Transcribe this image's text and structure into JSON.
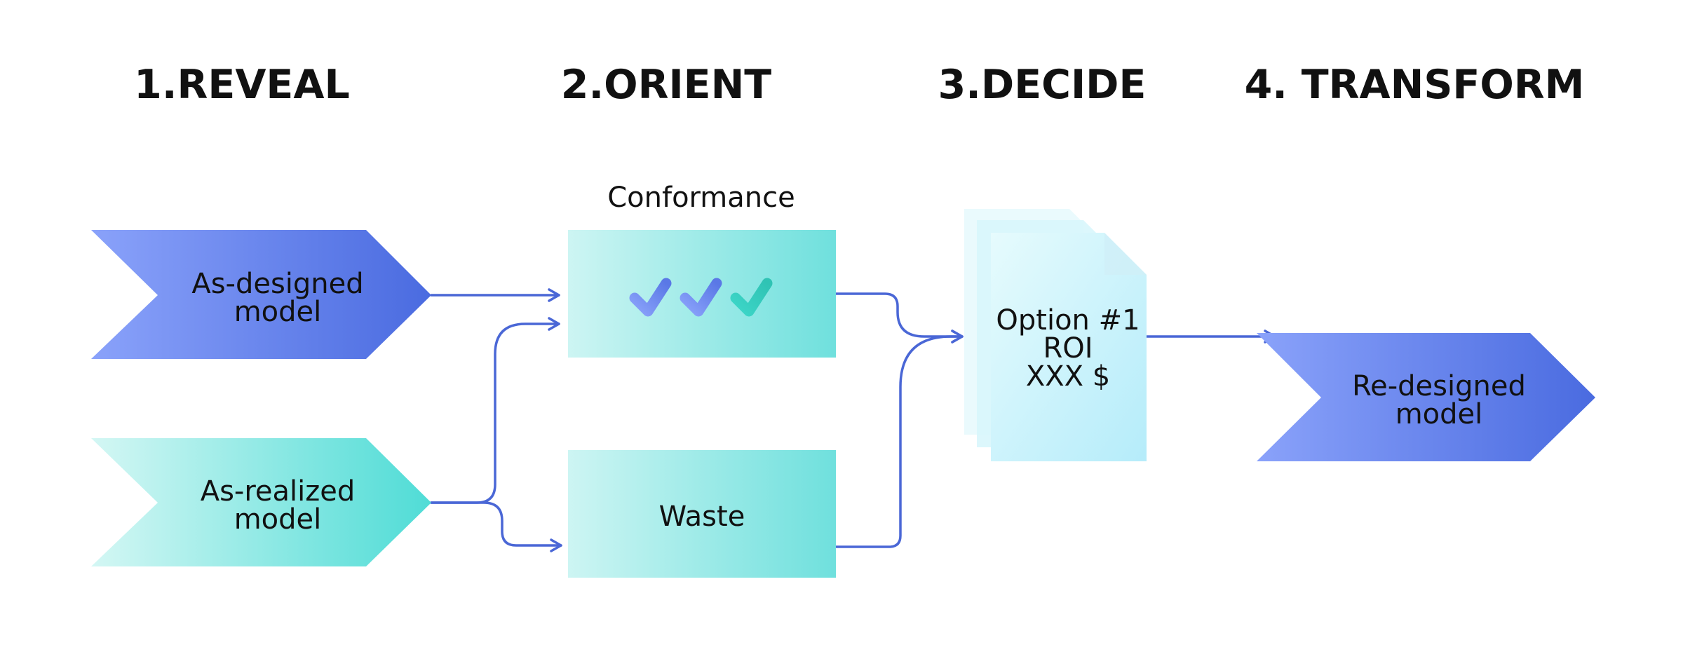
{
  "steps": [
    {
      "title": "1.REVEAL"
    },
    {
      "title": "2.ORIENT"
    },
    {
      "title": "3.DECIDE"
    },
    {
      "title": "4. TRANSFORM"
    }
  ],
  "reveal": {
    "as_designed": {
      "line1": "As-designed",
      "line2": "model"
    },
    "as_realized": {
      "line1": "As-realized",
      "line2": "model"
    }
  },
  "orient": {
    "conformance_label": "Conformance",
    "waste_label": "Waste"
  },
  "decide": {
    "doc": {
      "line1": "Option #1",
      "line2": "ROI",
      "line3": "XXX $"
    }
  },
  "transform": {
    "redesigned": {
      "line1": "Re-designed",
      "line2": "model"
    }
  },
  "colors": {
    "blue_start": "#8aa2fa",
    "blue_end": "#4a6be0",
    "teal_start": "#c9f5f2",
    "teal_end": "#4fdcd6",
    "connector": "#4a67d6",
    "doc_start": "#e6fbfd",
    "doc_end": "#b5ecfa"
  },
  "icons": [
    "check-icon",
    "check-icon",
    "check-icon"
  ]
}
